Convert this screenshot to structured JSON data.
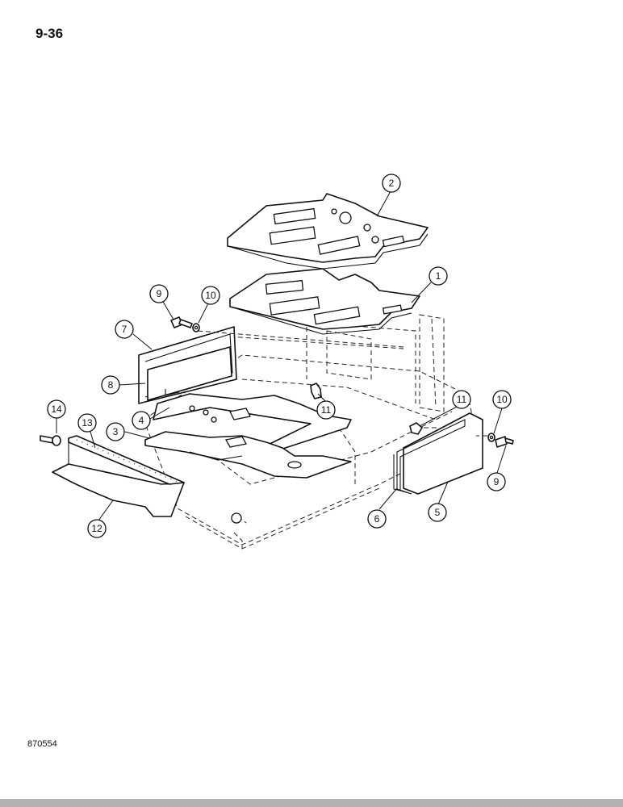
{
  "page_number": "9-36",
  "figure_code": "870554",
  "callouts": [
    "1",
    "2",
    "3",
    "4",
    "5",
    "6",
    "7",
    "8",
    "9",
    "10",
    "11",
    "12",
    "13",
    "14",
    "9",
    "10",
    "11"
  ]
}
